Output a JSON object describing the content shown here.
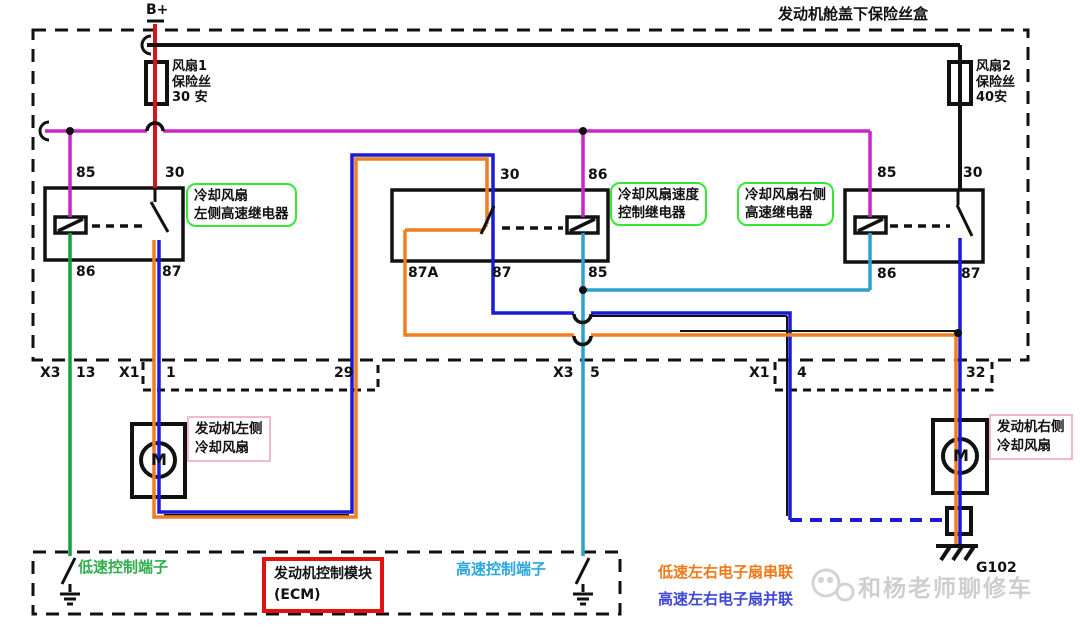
{
  "fusebox": {
    "title": "发动机舱盖下保险丝盒"
  },
  "power": {
    "label": "B+"
  },
  "fuse1": {
    "lines": [
      "风扇1",
      "保险丝",
      "30 安"
    ]
  },
  "fuse2": {
    "lines": [
      "风扇2",
      "保险丝",
      "40安"
    ]
  },
  "relays": {
    "left": {
      "name_lines": [
        "冷却风扇",
        "左侧高速继电器"
      ],
      "pins": {
        "p85": "85",
        "p30": "30",
        "p86": "86",
        "p87": "87"
      }
    },
    "middle": {
      "name_lines": [
        "冷却风扇速度",
        "控制继电器"
      ],
      "pins": {
        "p30": "30",
        "p86": "86",
        "p87a": "87A",
        "p87": "87",
        "p85": "85"
      }
    },
    "right": {
      "name_lines": [
        "冷却风扇右侧",
        "高速继电器"
      ],
      "pins": {
        "p85": "85",
        "p30": "30",
        "p86": "86",
        "p87": "87"
      }
    }
  },
  "connectors": {
    "c1": {
      "shell": "X3",
      "pin": "13"
    },
    "c2": {
      "shell": "X1",
      "pin_a": "1",
      "pin_b": "29"
    },
    "c3": {
      "shell": "X3",
      "pin": "5"
    },
    "c4": {
      "shell": "X1",
      "pin_a": "4",
      "pin_b": "32"
    }
  },
  "fans": {
    "motor_label": "M",
    "left_lines": [
      "发动机左侧",
      "冷却风扇"
    ],
    "right_lines": [
      "发动机右侧",
      "冷却风扇"
    ]
  },
  "ecm": {
    "lines": [
      "发动机控制模块",
      "(ECM)"
    ],
    "low_speed_terminal": "低速控制端子",
    "high_speed_terminal": "高速控制端子"
  },
  "ground": {
    "label": "G102"
  },
  "legend": {
    "low": "低速左右电子扇串联",
    "high": "高速左右电子扇并联"
  },
  "watermark": {
    "text": "和杨老师聊修车"
  },
  "colors": {
    "power_red": "#d31717",
    "wire_black": "#111111",
    "coil_magenta": "#c926c9",
    "low_control_green": "#15a03d",
    "speed_cyan": "#2da0cc",
    "high_path_blue": "#1a1ad8",
    "low_path_orange": "#ee7f22",
    "relay_label_green": "#35e835",
    "fan_label_pink": "#f2b9ca",
    "ecm_border_red": "#e01212"
  }
}
